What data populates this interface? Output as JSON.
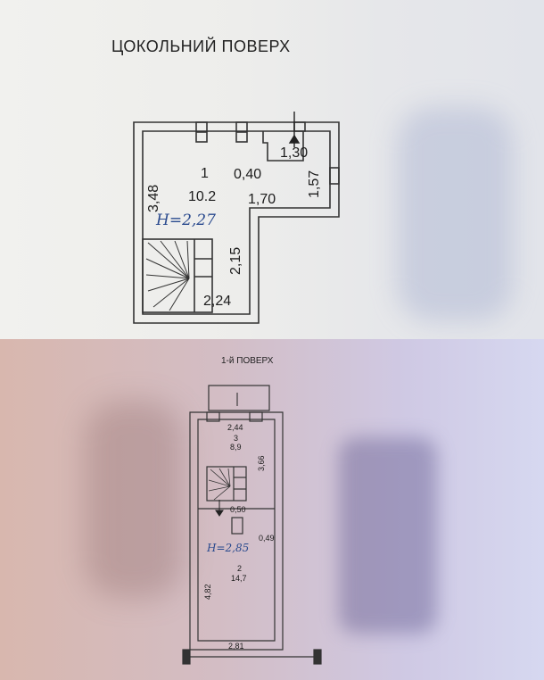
{
  "plans": {
    "ground": {
      "title": "ЦОКОЛЬНИЙ ПОВЕРХ",
      "room_number": "1",
      "room_area": "10.2",
      "height_note": "H=2,27",
      "dims": {
        "d348": "3,48",
        "d040": "0,40",
        "d130": "1,30",
        "d157": "1,57",
        "d170": "1,70",
        "d215": "2,15",
        "d224": "2,24"
      }
    },
    "first": {
      "title": "1-й ПОВЕРХ",
      "room3_number": "3",
      "room3_area": "8,9",
      "room2_number": "2",
      "room2_area": "14,7",
      "height_note": "H=2,85",
      "dims": {
        "d244": "2,44",
        "d366": "3,66",
        "d050": "0,50",
        "d049": "0,49",
        "d482": "4,82",
        "d281": "2,81"
      }
    }
  }
}
